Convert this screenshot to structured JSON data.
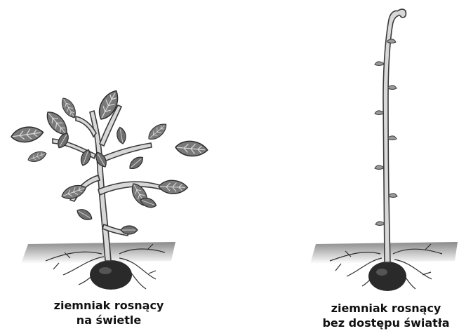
{
  "captions": {
    "light": {
      "line1": "ziemniak rosnący",
      "line2": "na świetle"
    },
    "dark": {
      "line1": "ziemniak rosnący",
      "line2": "bez dostępu światła"
    }
  },
  "colors": {
    "leaf_fill": "#7a7a7a",
    "leaf_vein": "#dcdcdc",
    "stem_fill": "#d8d8d8",
    "stem_outline": "#3a3a3a",
    "soil": "#b0b0b0",
    "tuber": "#2a2a2a"
  }
}
